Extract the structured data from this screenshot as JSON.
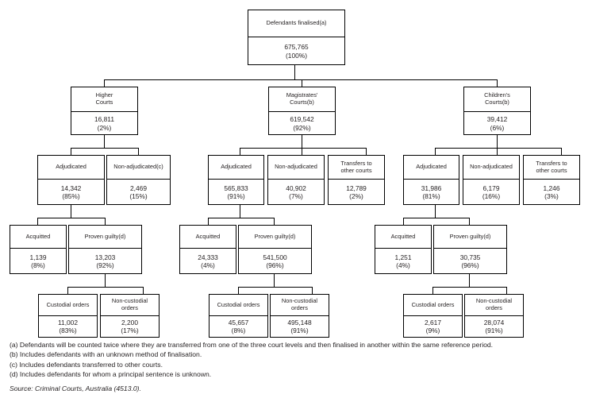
{
  "chart_data": {
    "type": "diagram",
    "title": "Defendants finalised flow by court level",
    "source": "Source: Criminal Courts, Australia (4513.0).",
    "root": {
      "title": "Defendants finalised(a)",
      "value": "675,765",
      "pct": "(100%)"
    },
    "levels": [
      {
        "name": "court-level",
        "nodes": [
          {
            "title": "Higher\nCourts",
            "value": "16,811",
            "pct": "(2%)"
          },
          {
            "title": "Magistrates'\nCourts(b)",
            "value": "619,542",
            "pct": "(92%)"
          },
          {
            "title": "Children's\nCourts(b)",
            "value": "39,412",
            "pct": "(6%)"
          }
        ]
      },
      {
        "name": "adjudication",
        "nodes": [
          {
            "title": "Adjudicated",
            "value": "14,342",
            "pct": "(85%)"
          },
          {
            "title": "Non-adjudicated(c)",
            "value": "2,469",
            "pct": "(15%)"
          },
          {
            "title": "Adjudicated",
            "value": "565,833",
            "pct": "(91%)"
          },
          {
            "title": "Non-adjudicated",
            "value": "40,902",
            "pct": "(7%)"
          },
          {
            "title": "Transfers to\nother courts",
            "value": "12,789",
            "pct": "(2%)"
          },
          {
            "title": "Adjudicated",
            "value": "31,986",
            "pct": "(81%)"
          },
          {
            "title": "Non-adjudicated",
            "value": "6,179",
            "pct": "(16%)"
          },
          {
            "title": "Transfers to\nother courts",
            "value": "1,246",
            "pct": "(3%)"
          }
        ]
      },
      {
        "name": "outcome",
        "nodes": [
          {
            "title": "Acquitted",
            "value": "1,139",
            "pct": "(8%)"
          },
          {
            "title": "Proven guilty(d)",
            "value": "13,203",
            "pct": "(92%)"
          },
          {
            "title": "Acquitted",
            "value": "24,333",
            "pct": "(4%)"
          },
          {
            "title": "Proven guilty(d)",
            "value": "541,500",
            "pct": "(96%)"
          },
          {
            "title": "Acquitted",
            "value": "1,251",
            "pct": "(4%)"
          },
          {
            "title": "Proven guilty(d)",
            "value": "30,735",
            "pct": "(96%)"
          }
        ]
      },
      {
        "name": "sentence",
        "nodes": [
          {
            "title": "Custodial orders",
            "value": "11,002",
            "pct": "(83%)"
          },
          {
            "title": "Non-custodial\norders",
            "value": "2,200",
            "pct": "(17%)"
          },
          {
            "title": "Custodial orders",
            "value": "45,657",
            "pct": "(8%)"
          },
          {
            "title": "Non-custodial\norders",
            "value": "495,148",
            "pct": "(91%)"
          },
          {
            "title": "Custodial orders",
            "value": "2,617",
            "pct": "(9%)"
          },
          {
            "title": "Non-custodial\norders",
            "value": "28,074",
            "pct": "(91%)"
          }
        ]
      }
    ]
  },
  "nodes": {
    "root": {
      "title": "Defendants finalised(a)",
      "value": "675,765",
      "pct": "(100%)"
    },
    "higher": {
      "title": "Higher\nCourts",
      "value": "16,811",
      "pct": "(2%)"
    },
    "magistrates": {
      "title": "Magistrates'\nCourts(b)",
      "value": "619,542",
      "pct": "(92%)"
    },
    "childrens": {
      "title": "Children's\nCourts(b)",
      "value": "39,412",
      "pct": "(6%)"
    },
    "h_adjudicated": {
      "title": "Adjudicated",
      "value": "14,342",
      "pct": "(85%)"
    },
    "h_nonadjudicated": {
      "title": "Non-adjudicated(c)",
      "value": "2,469",
      "pct": "(15%)"
    },
    "m_adjudicated": {
      "title": "Adjudicated",
      "value": "565,833",
      "pct": "(91%)"
    },
    "m_nonadjudicated": {
      "title": "Non-adjudicated",
      "value": "40,902",
      "pct": "(7%)"
    },
    "m_transfers": {
      "title": "Transfers to\nother courts",
      "value": "12,789",
      "pct": "(2%)"
    },
    "c_adjudicated": {
      "title": "Adjudicated",
      "value": "31,986",
      "pct": "(81%)"
    },
    "c_nonadjudicated": {
      "title": "Non-adjudicated",
      "value": "6,179",
      "pct": "(16%)"
    },
    "c_transfers": {
      "title": "Transfers to\nother courts",
      "value": "1,246",
      "pct": "(3%)"
    },
    "h_acquitted": {
      "title": "Acquitted",
      "value": "1,139",
      "pct": "(8%)"
    },
    "h_proven": {
      "title": "Proven guilty(d)",
      "value": "13,203",
      "pct": "(92%)"
    },
    "m_acquitted": {
      "title": "Acquitted",
      "value": "24,333",
      "pct": "(4%)"
    },
    "m_proven": {
      "title": "Proven guilty(d)",
      "value": "541,500",
      "pct": "(96%)"
    },
    "c_acquitted": {
      "title": "Acquitted",
      "value": "1,251",
      "pct": "(4%)"
    },
    "c_proven": {
      "title": "Proven guilty(d)",
      "value": "30,735",
      "pct": "(96%)"
    },
    "h_custodial": {
      "title": "Custodial orders",
      "value": "11,002",
      "pct": "(83%)"
    },
    "h_noncustodial": {
      "title": "Non-custodial\norders",
      "value": "2,200",
      "pct": "(17%)"
    },
    "m_custodial": {
      "title": "Custodial orders",
      "value": "45,657",
      "pct": "(8%)"
    },
    "m_noncustodial": {
      "title": "Non-custodial\norders",
      "value": "495,148",
      "pct": "(91%)"
    },
    "c_custodial": {
      "title": "Custodial orders",
      "value": "2,617",
      "pct": "(9%)"
    },
    "c_noncustodial": {
      "title": "Non-custodial\norders",
      "value": "28,074",
      "pct": "(91%)"
    }
  },
  "notes": [
    "(a) Defendants will be counted twice where they are transferred from one of the three court levels and then finalised in another within the same reference period.",
    "(b) Includes defendants with an unknown method of finalisation.",
    "(c) Includes defendants transferred to other courts.",
    "(d) Includes defendants for whom a principal sentence is unknown."
  ],
  "source": "Source: Criminal Courts, Australia (4513.0)."
}
